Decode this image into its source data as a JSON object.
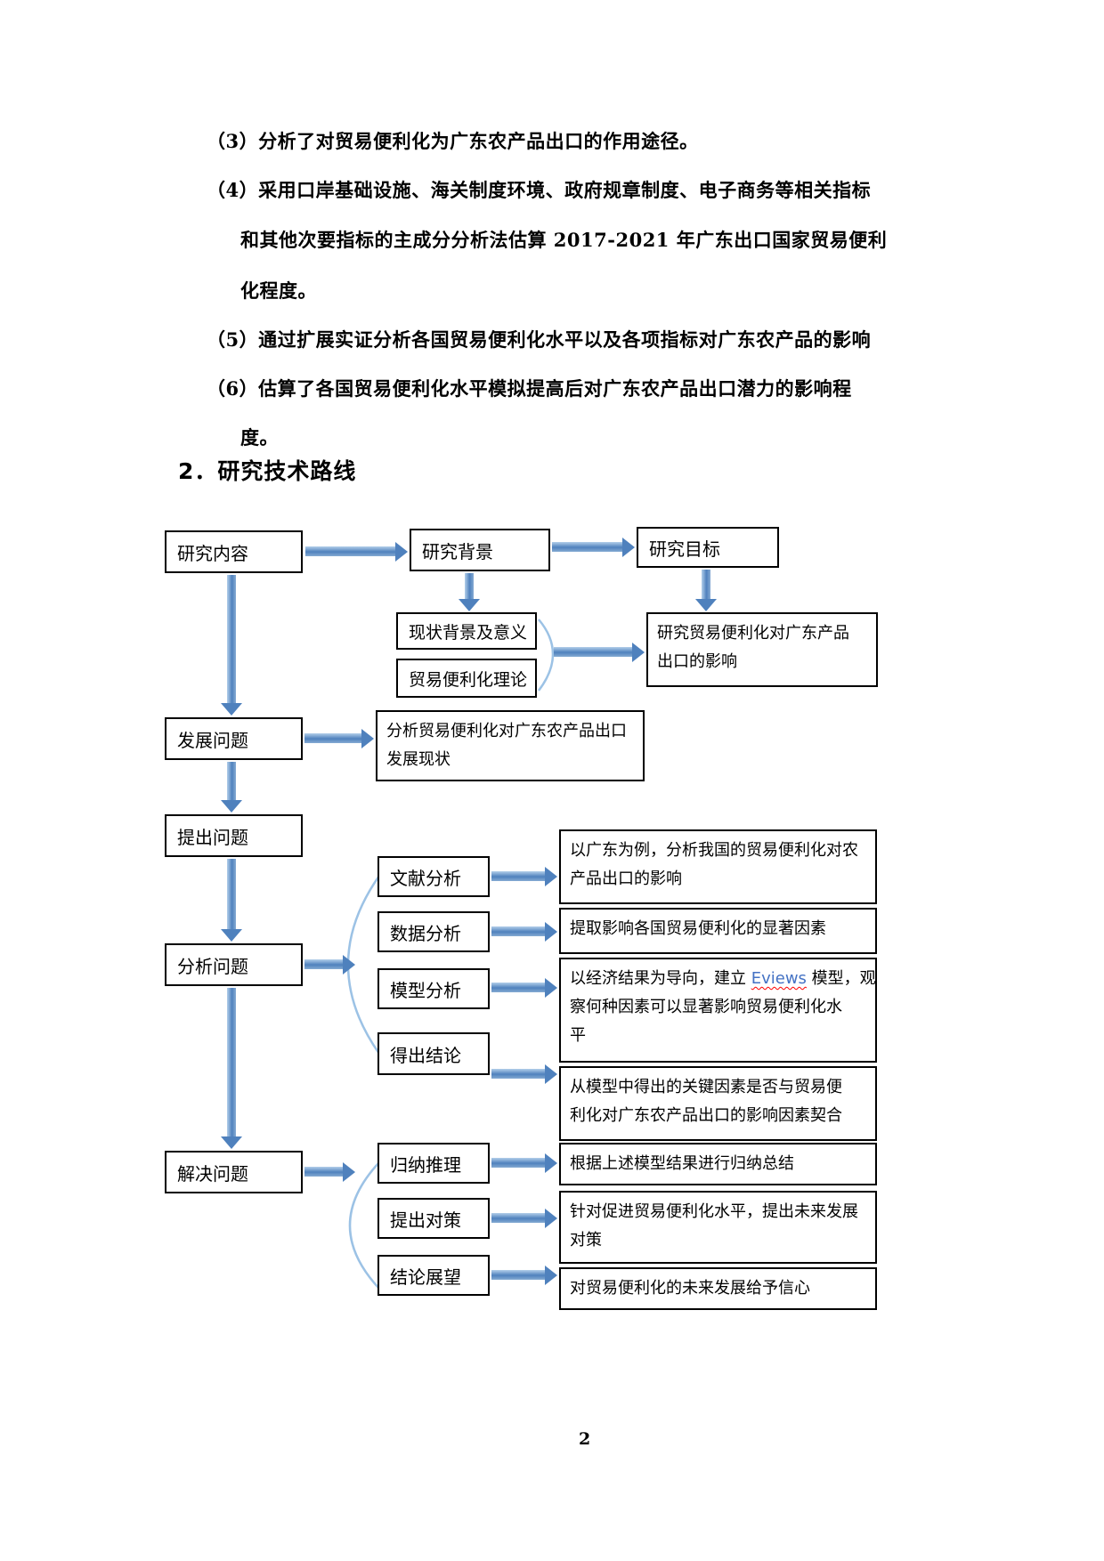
{
  "document": {
    "intro_lines": [
      {
        "text": "（3）分析了对贸易便利化为广东农产品出口的作用途径。"
      },
      {
        "text": "（4）采用口岸基础设施、海关制度环境、政府规章制度、电子商务等相关指标"
      },
      {
        "text": "和其他次要指标的主成分分析法估算 2017-2021 年广东出口国家贸易便利"
      },
      {
        "text": "化程度。"
      },
      {
        "text": "（5）通过扩展实证分析各国贸易便利化水平以及各项指标对广东农产品的影响"
      },
      {
        "text": "（6）估算了各国贸易便利化水平模拟提高后对广东农产品出口潜力的影响程"
      },
      {
        "text": "度。"
      }
    ],
    "section_heading": "2．研究技术路线",
    "page_number": "2"
  },
  "flowchart": {
    "research_content": "研究内容",
    "research_background": "研究背景",
    "research_goal": "研究目标",
    "status_background": "现状背景及意义",
    "facilitation_theory": "贸易便利化理论",
    "goal_detail_line1": "研究贸易便利化对广东产品",
    "goal_detail_line2": "出口的影响",
    "development_problem": "发展问题",
    "development_detail_line1": "分析贸易便利化对广东农产品出口",
    "development_detail_line2": "发展现状",
    "raise_problem": "提出问题",
    "analyze_problem": "分析问题",
    "literature_analysis": "文献分析",
    "data_analysis": "数据分析",
    "model_analysis": "模型分析",
    "draw_conclusion": "得出结论",
    "literature_detail_line1": "以广东为例，分析我国的贸易便利化对农",
    "literature_detail_line2": "产品出口的影响",
    "data_detail": "提取影响各国贸易便利化的显著因素",
    "model_detail_line1_pre": "以经济结果为导向，建立 ",
    "model_detail_term": "Eviews",
    "model_detail_line1_post": " 模型，观",
    "model_detail_line2": "察何种因素可以显著影响贸易便利化水",
    "model_detail_line3": "平",
    "conclusion_detail_line1": "从模型中得出的关键因素是否与贸易便",
    "conclusion_detail_line2": "利化对广东农产品出口的影响因素契合",
    "solve_problem": "解决问题",
    "inductive_reasoning": "归纳推理",
    "propose_countermeasures": "提出对策",
    "conclusion_outlook": "结论展望",
    "induction_detail": "根据上述模型结果进行归纳总结",
    "countermeasure_detail_line1": "针对促进贸易便利化水平，提出未来发展",
    "countermeasure_detail_line2": "对策",
    "outlook_detail": "对贸易便利化的未来发展给予信心"
  },
  "colors": {
    "arrow_blue": "#4F81BD",
    "brace_blue": "#9CC2E5",
    "eviews_link_blue": "#4472C4",
    "spellcheck_red": "#FF0000"
  }
}
